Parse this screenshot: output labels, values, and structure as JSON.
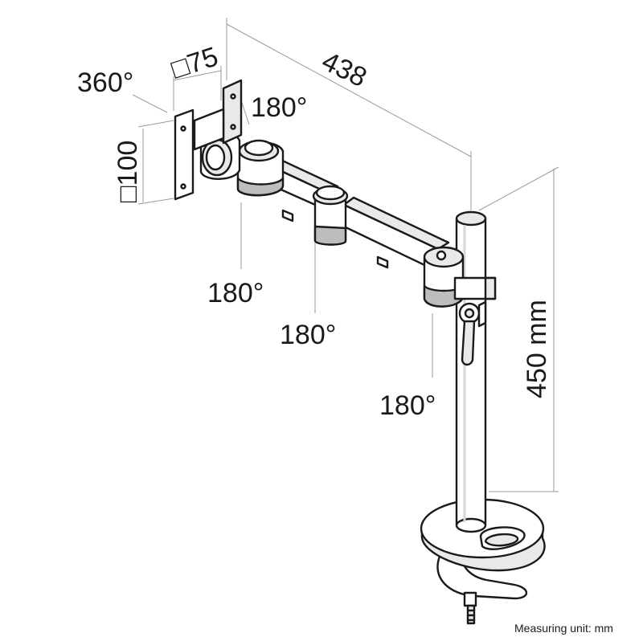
{
  "dimensions": {
    "arm_length": "438",
    "pole_height": "450 mm",
    "vesa_small": "□75",
    "vesa_large": "□100"
  },
  "rotations": {
    "head": "360°",
    "tilt": "180°",
    "joint_1": "180°",
    "joint_2": "180°",
    "joint_3": "180°"
  },
  "footer": {
    "unit_note": "Measuring unit: mm"
  }
}
